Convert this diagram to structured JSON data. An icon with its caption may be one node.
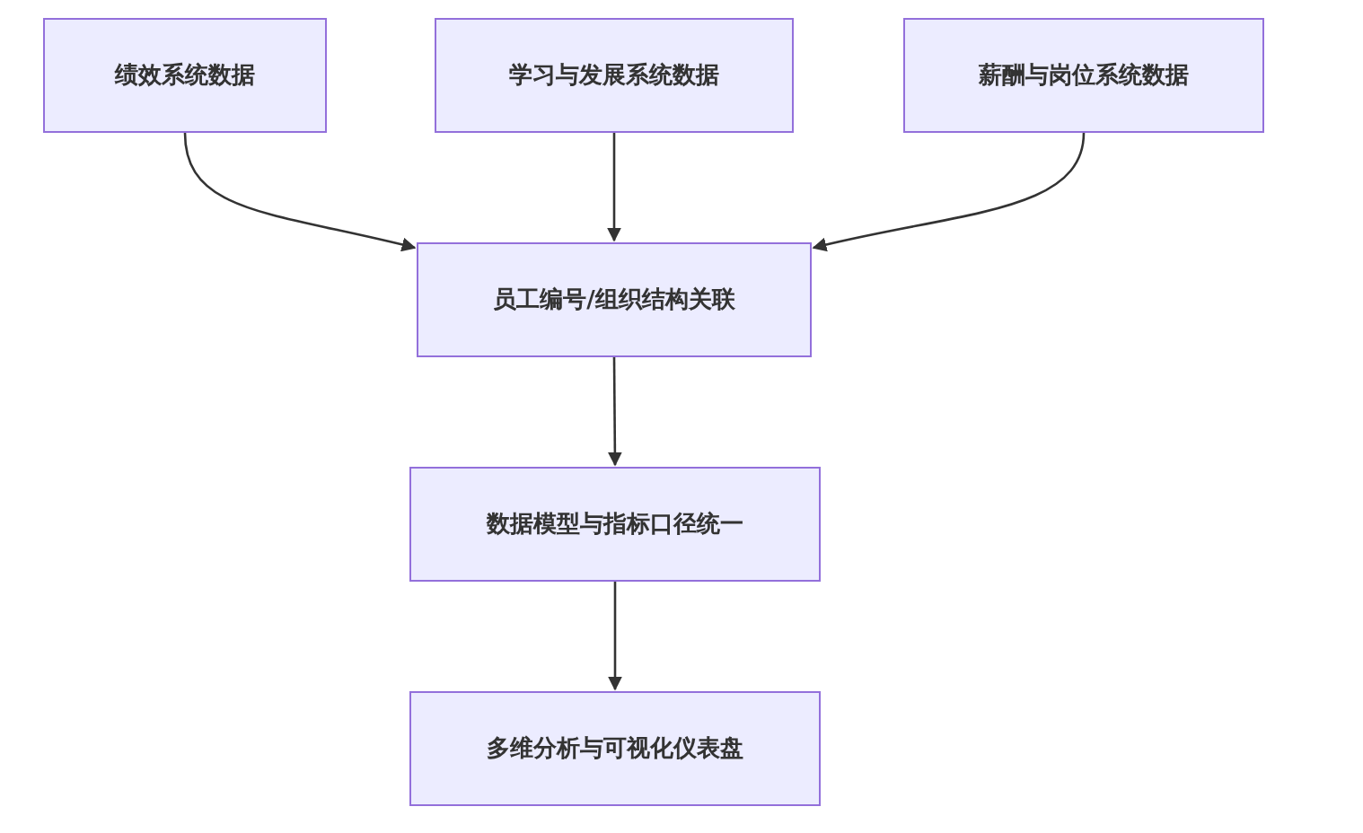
{
  "diagram": {
    "nodes": [
      {
        "text": [
          "绩效系统数据"
        ]
      },
      {
        "text": [
          "学习与发展系统数据"
        ]
      },
      {
        "text": [
          "薪酬与岗位系统数据"
        ]
      },
      {
        "text": [
          "员工编号/组织结构关联"
        ]
      },
      {
        "text": [
          "数据模型与指标口径统一"
        ]
      },
      {
        "text": [
          "多维分析与可视化仪表盘"
        ]
      }
    ],
    "edges": [
      {
        "from": 0,
        "to": 3,
        "arrow": "to"
      },
      {
        "from": 1,
        "to": 3,
        "arrow": "to"
      },
      {
        "from": 2,
        "to": 3,
        "arrow": "to"
      },
      {
        "from": 3,
        "to": 4,
        "arrow": "to"
      },
      {
        "from": 4,
        "to": 5,
        "arrow": "to"
      }
    ]
  }
}
